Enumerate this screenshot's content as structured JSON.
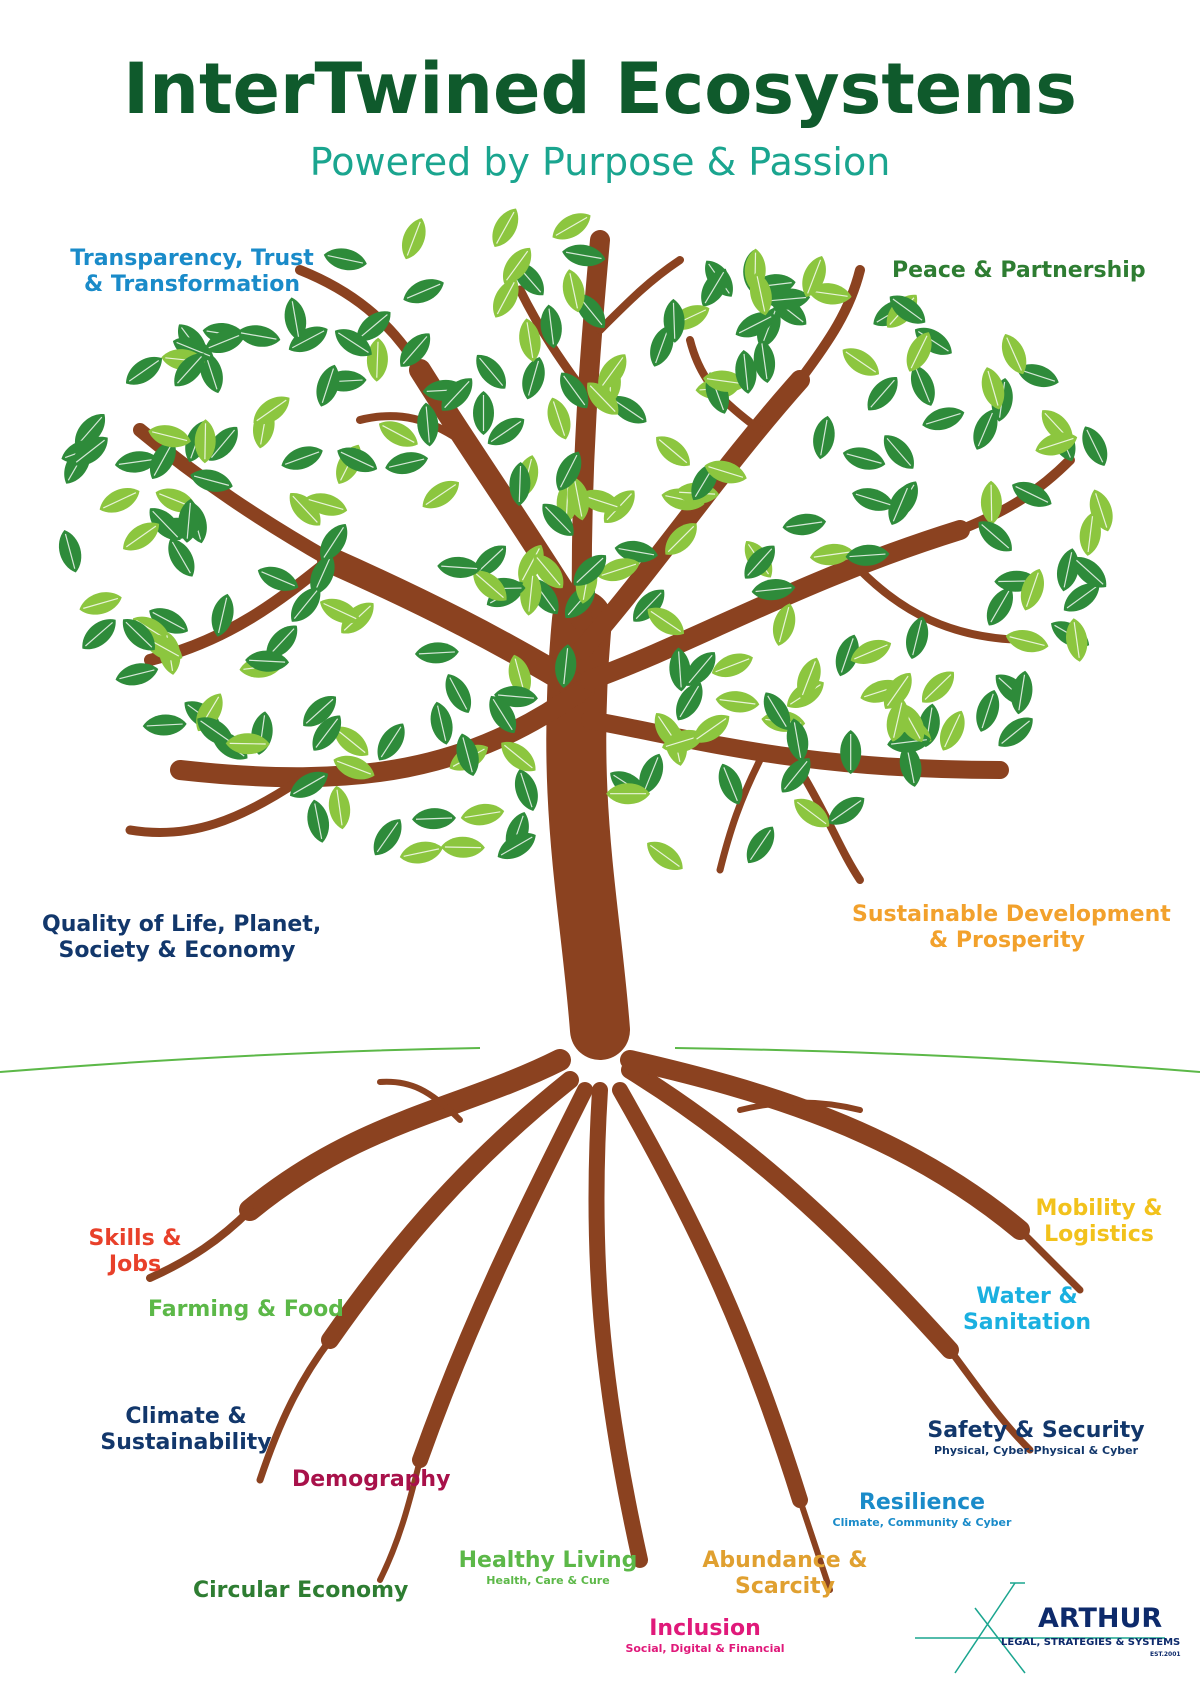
{
  "header": {
    "title": "InterTwined Ecosystems",
    "subtitle": "Powered by Purpose & Passion"
  },
  "branch_labels": {
    "transparency": [
      "Transparency, Trust",
      "& Transformation"
    ],
    "peace": "Peace & Partnership",
    "quality": [
      "Quality of Life, Planet,",
      "Society & Economy"
    ],
    "sustainable": [
      "Sustainable Development",
      "& Prosperity"
    ]
  },
  "root_labels": {
    "skills": [
      "Skills &",
      "Jobs"
    ],
    "farming": "Farming & Food",
    "climate": [
      "Climate &",
      "Sustainability"
    ],
    "demography": "Demography",
    "circular": "Circular Economy",
    "healthy": {
      "title": "Healthy Living",
      "sub": "Health, Care & Cure"
    },
    "inclusion": {
      "title": "Inclusion",
      "sub": "Social, Digital & Financial"
    },
    "abundance": [
      "Abundance &",
      "Scarcity"
    ],
    "resilience": {
      "title": "Resilience",
      "sub": "Climate, Community & Cyber"
    },
    "safety": {
      "title": "Safety & Security",
      "sub": "Physical, Cyber-Physical & Cyber"
    },
    "water": [
      "Water &",
      "Sanitation"
    ],
    "mobility": [
      "Mobility &",
      "Logistics"
    ]
  },
  "logo": {
    "name": "ARTHUR",
    "tagline": "LEGAL, STRATEGIES & SYSTEMS",
    "est": "EST.2001"
  },
  "colors": {
    "title": "#0f5a2c",
    "subtitle": "#1aa58f",
    "trunk": "#8b4220",
    "leaf_dark": "#2e8b3a",
    "leaf_light": "#8cc63f",
    "ground": "#5cb848"
  }
}
